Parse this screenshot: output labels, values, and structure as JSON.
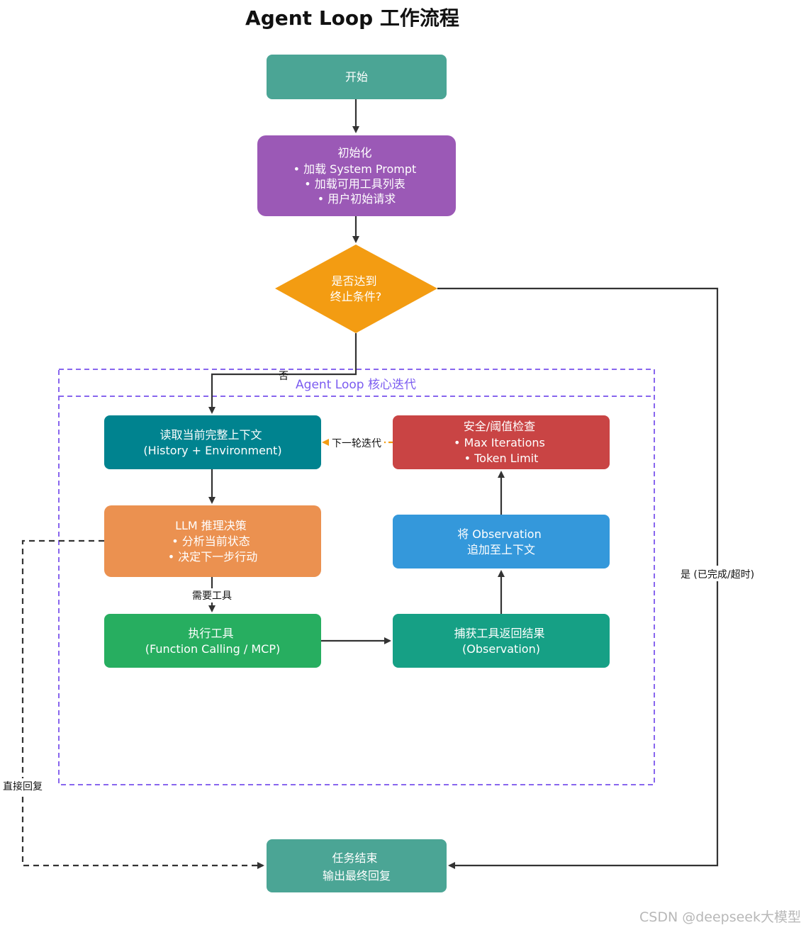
{
  "title": "Agent Loop 工作流程",
  "group_label": "Agent Loop 核心迭代",
  "nodes": {
    "start": {
      "lines": [
        "开始"
      ],
      "color": "#4ba595"
    },
    "init": {
      "lines": [
        "初始化",
        "• 加载 System Prompt",
        "• 加载可用工具列表",
        "• 用户初始请求"
      ],
      "color": "#9b59b6"
    },
    "decision": {
      "lines": [
        "是否达到",
        "终止条件?"
      ],
      "color": "#f39c12"
    },
    "read_context": {
      "lines": [
        "读取当前完整上下文",
        "(History + Environment)"
      ],
      "color": "#00838f"
    },
    "llm": {
      "lines": [
        "LLM 推理决策",
        "• 分析当前状态",
        "• 决定下一步行动"
      ],
      "color": "#eb9150"
    },
    "exec_tool": {
      "lines": [
        "执行工具",
        "(Function Calling / MCP)"
      ],
      "color": "#27ae60"
    },
    "capture": {
      "lines": [
        "捕获工具返回结果",
        "(Observation)"
      ],
      "color": "#16a085"
    },
    "append": {
      "lines": [
        "将 Observation",
        "追加至上下文"
      ],
      "color": "#3498db"
    },
    "safety": {
      "lines": [
        "安全/阈值检查",
        "• Max Iterations",
        "• Token Limit"
      ],
      "color": "#c94444"
    },
    "end": {
      "lines": [
        "任务结束",
        "输出最终回复"
      ],
      "color": "#4ba595"
    }
  },
  "edges": {
    "no_label": "否",
    "yes_label": "是 (已完成/超时)",
    "need_tool_label": "需要工具",
    "next_round_label": "下一轮迭代",
    "direct_reply_label": "直接回复"
  },
  "colors": {
    "group_border": "#8866ee",
    "next_round_arrow": "#f39c12",
    "edge": "#333333"
  },
  "watermark": "CSDN @deepseek大模型"
}
